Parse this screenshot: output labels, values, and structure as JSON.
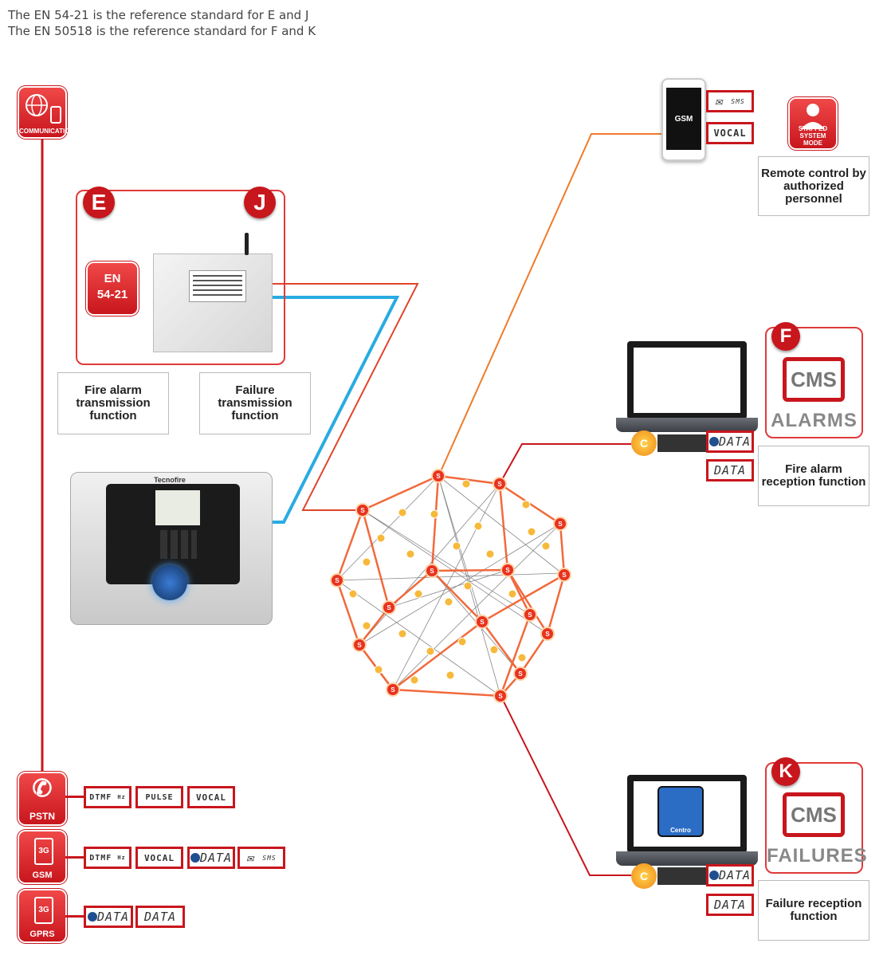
{
  "header": {
    "line1": "The EN 54-21 is the reference standard for E and J",
    "line2": "The EN 50518 is the reference standard for F and K"
  },
  "communication_tile": {
    "label": "COMMUNICATION",
    "icon": "globe-phone-icon"
  },
  "panel_box": {
    "letter_e": "E",
    "letter_j": "J",
    "en_badge_line1": "EN",
    "en_badge_line2": "54-21"
  },
  "fire_alarm_tx": "Fire alarm transmission function",
  "failure_tx": "Failure transmission function",
  "device": {
    "brand": "Tecnofire"
  },
  "gsm_phone": {
    "label": "GSM"
  },
  "staffed": {
    "label_line1": "STAFFED",
    "label_line2": "SYSTEM MODE",
    "icon": "operator-icon"
  },
  "remote_control": "Remote control by authorized personnel",
  "tags": {
    "sms": "SMS",
    "vocal": "VOCAL",
    "data": "DATA",
    "dtmf": "DTMF",
    "pulse": "PULSE",
    "hz": "Hz"
  },
  "cms_f": {
    "letter": "F",
    "screen": "CMS",
    "label": "ALARMS"
  },
  "cms_k": {
    "letter": "K",
    "screen": "CMS",
    "label": "FAILURES"
  },
  "fire_alarm_rx": "Fire alarm reception function",
  "failure_rx": "Failure reception function",
  "centro_label": "Centro",
  "network": {
    "server_label": "S",
    "client_label": "C"
  },
  "channels": {
    "pstn": "PSTN",
    "gsm": "GSM",
    "gprs": "GPRS",
    "three_g": "3G"
  },
  "colors": {
    "brand_red": "#c8161d",
    "network_orange": "#f07a2a",
    "line_blue": "#29abe2",
    "node_yellow": "#f6b93b"
  }
}
